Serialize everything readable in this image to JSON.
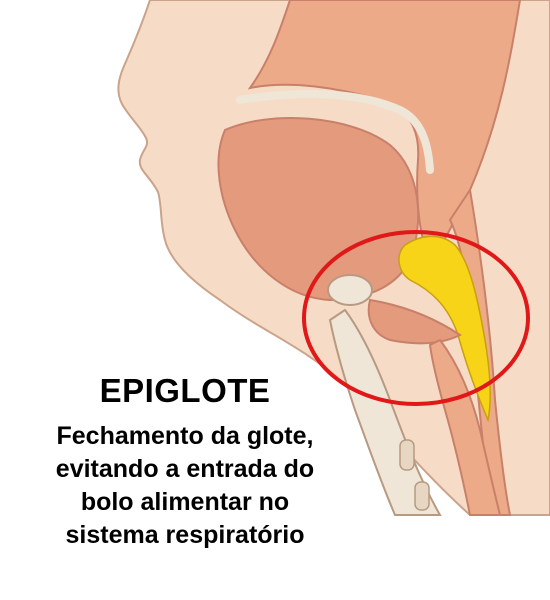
{
  "title": "EPIGLOTE",
  "description_lines": [
    "Fechamento da glote,",
    "evitando a entrada do",
    "bolo alimentar no",
    "sistema respiratório"
  ],
  "colors": {
    "skin": "#f6dcc6",
    "skin_outline": "#caa48a",
    "tissue": "#ecaa88",
    "tissue_dark": "#c9806a",
    "tongue": "#e39a7d",
    "bolus": "#f7d417",
    "highlight_circle": "#e01818",
    "cartilage": "#efe6d8"
  }
}
